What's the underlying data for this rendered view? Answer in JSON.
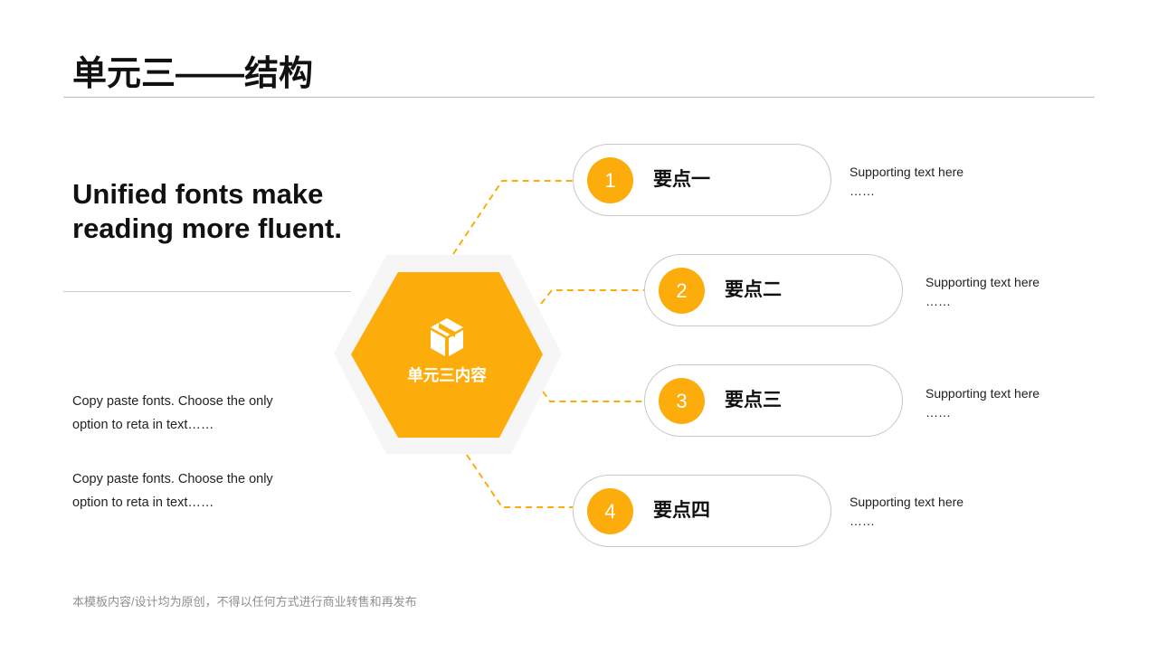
{
  "title": "单元三——结构",
  "headline": "Unified fonts make reading more fluent.",
  "body_paragraphs": [
    "Copy paste fonts. Choose the only option to reta in text……",
    "Copy paste fonts. Choose the only option to reta in text……"
  ],
  "center": {
    "label": "单元三内容",
    "icon": "box-icon"
  },
  "points": [
    {
      "number": "1",
      "label": "要点一",
      "support": "Supporting text here",
      "support_more": "……"
    },
    {
      "number": "2",
      "label": "要点二",
      "support": "Supporting text here",
      "support_more": "……"
    },
    {
      "number": "3",
      "label": "要点三",
      "support": "Supporting text here",
      "support_more": "……"
    },
    {
      "number": "4",
      "label": "要点四",
      "support": "Supporting text here",
      "support_more": "……"
    }
  ],
  "footer": "本模板内容/设计均为原创，不得以任何方式进行商业转售和再发布",
  "colors": {
    "accent": "#fdad0b",
    "text": "#111111",
    "rule": "#bdbdbd",
    "pill_border": "#c8c8c8",
    "footer": "#8f8f8f"
  }
}
